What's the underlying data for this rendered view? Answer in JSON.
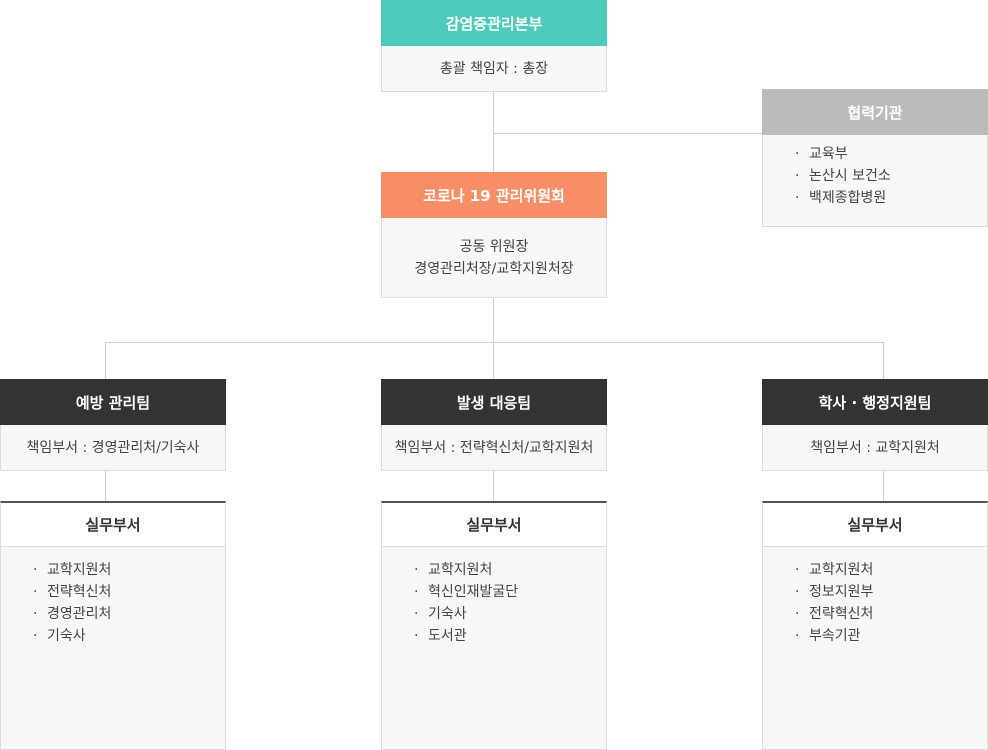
{
  "hq": {
    "title": "감염증관리본부",
    "sub": "총괄 책임자 : 총장"
  },
  "partners": {
    "title": "협력기관",
    "items": [
      "교육부",
      "논산시 보건소",
      "백제종합병원"
    ]
  },
  "committee": {
    "title": "코로나 19 관리위원회",
    "line1": "공동 위원장",
    "line2": "경영관리처장/교학지원처장"
  },
  "teams": [
    {
      "title": "예방 관리팀",
      "dept": "책임부서 : 경영관리처/기숙사",
      "sub_title": "실무부서",
      "items": [
        "교학지원처",
        "전략혁신처",
        "경영관리처",
        "기숙사"
      ]
    },
    {
      "title": "발생 대응팀",
      "dept": "책임부서 : 전략혁신처/교학지원처",
      "sub_title": "실무부서",
      "items": [
        "교학지원처",
        "혁신인재발굴단",
        "기숙사",
        "도서관"
      ]
    },
    {
      "title": "학사 · 행정지원팀",
      "dept": "책임부서 : 교학지원처",
      "sub_title": "실무부서",
      "items": [
        "교학지원처",
        "정보지원부",
        "전략혁신처",
        "부속기관"
      ]
    }
  ],
  "colors": {
    "teal": "#4ccbbd",
    "orange": "#f88e66",
    "gray": "#bbbbbb",
    "dark": "#333333"
  }
}
